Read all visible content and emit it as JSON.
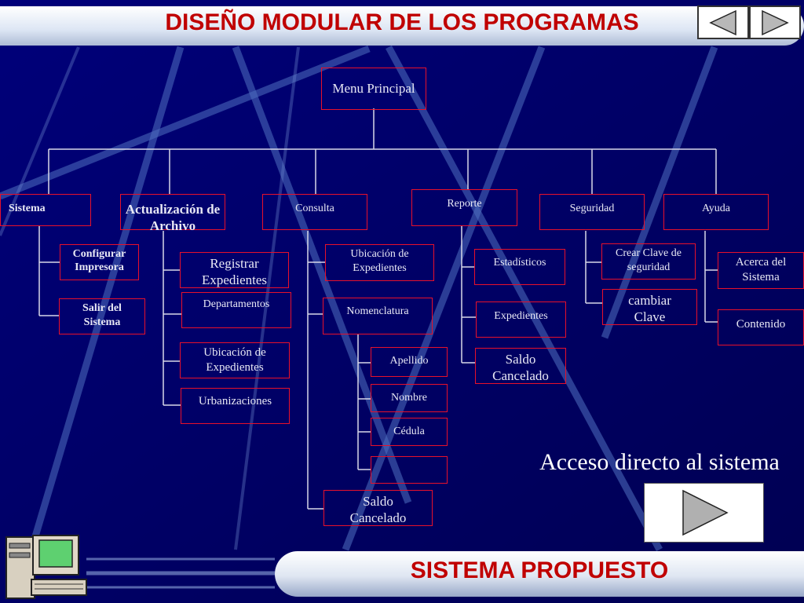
{
  "header": {
    "title": "DISEÑO MODULAR DE LOS PROGRAMAS"
  },
  "nav": {
    "prev": "back-icon",
    "next": "forward-icon"
  },
  "chart": {
    "root": "Menu Principal",
    "menus": {
      "sistema": "Sistema",
      "actualizacion": "Actualización de Archivo",
      "consulta": "Consulta",
      "reporte": "Reporte",
      "seguridad": "Seguridad",
      "ayuda": "Ayuda"
    },
    "sistema_items": [
      "Configurar Impresora",
      "Salir del Sistema"
    ],
    "actualizacion_items": [
      "Registrar Expedientes",
      "Departamentos",
      "Ubicación de Expedientes",
      "Urbanizaciones"
    ],
    "consulta_items": [
      "Ubicación de Expedientes",
      "Nomenclatura",
      "Saldo Cancelado"
    ],
    "nomenclatura_items": [
      "Apellido",
      "Nombre",
      "Cédula",
      ""
    ],
    "reporte_items": [
      "Estadísticos",
      "Expedientes",
      "Saldo Cancelado"
    ],
    "seguridad_items": [
      "Crear Clave de seguridad",
      "cambiar Clave"
    ],
    "ayuda_items": [
      "Acerca del Sistema",
      "Contenido"
    ]
  },
  "direct_access": {
    "label": "Acceso directo al sistema",
    "icon": "play-icon"
  },
  "footer": {
    "title": "SISTEMA PROPUESTO"
  },
  "colors": {
    "background": "#00005e",
    "title_red": "#c00000",
    "box_border": "#e8102a",
    "connector": "#ffffff"
  }
}
